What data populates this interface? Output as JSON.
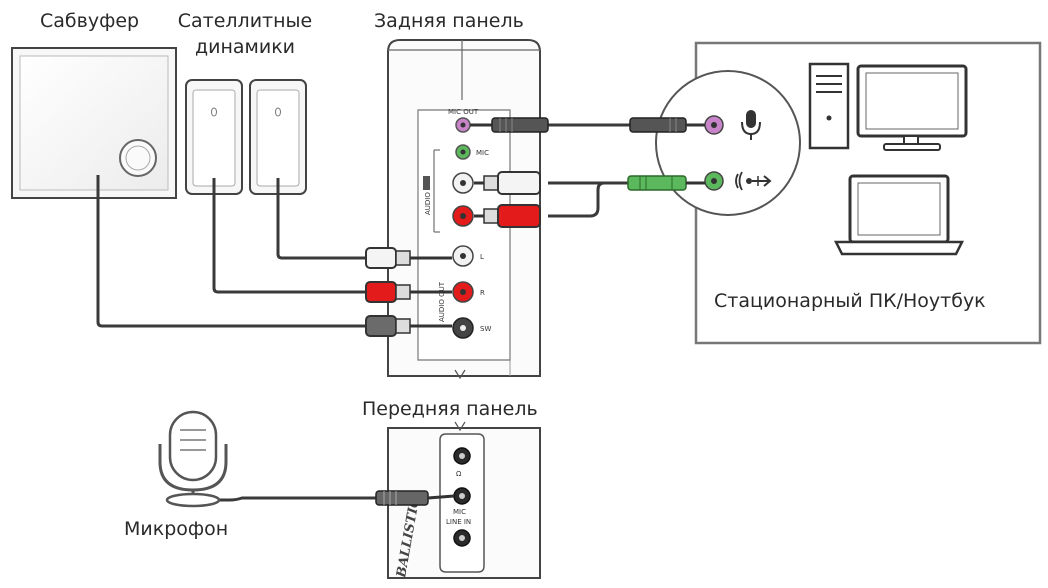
{
  "labels": {
    "subwoofer": "Сабвуфер",
    "satellites_line1": "Сателлитные",
    "satellites_line2": "динамики",
    "rear_panel": "Задняя панель",
    "front_panel": "Передняя панель",
    "microphone": "Микрофон",
    "pc_laptop": "Стационарный ПК/Ноутбук"
  },
  "rear_jacks": {
    "mic_out": "MIC OUT",
    "mic": "MIC",
    "audio_in": "AUDIO IN",
    "left": "L",
    "right": "R",
    "subwoofer": "SW",
    "audio_out": "AUDIO OUT"
  },
  "front_jacks": {
    "headphones": "Ω",
    "mic_in": "MIC",
    "line_in": "LINE IN"
  },
  "brand": "BALLISTIC",
  "colors": {
    "pink_jack": "#c884c8",
    "green_jack": "#5cb85c",
    "red_plug": "#e31b1b",
    "white_plug": "#f4f4f4",
    "gray_plug": "#6b6b6b",
    "cable": "#3a3a3a",
    "outline": "#4a4a4a"
  }
}
